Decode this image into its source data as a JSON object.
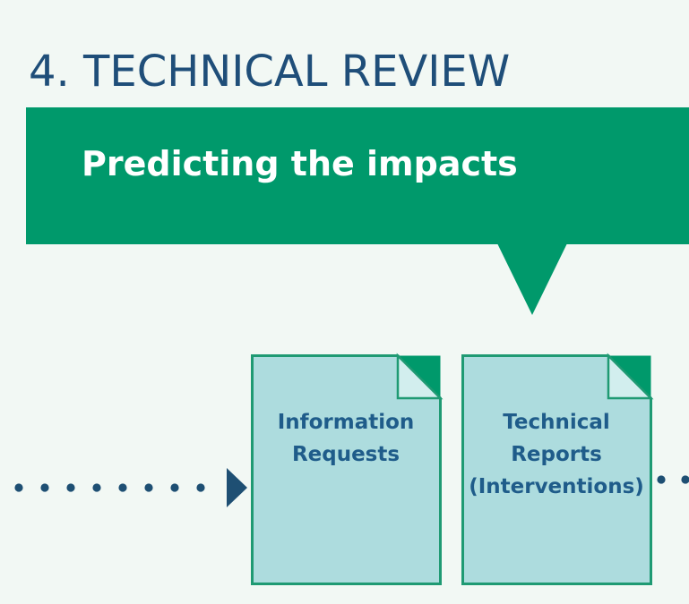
{
  "title": "4. TECHNICAL REVIEW",
  "banner": {
    "text": "Predicting the impacts",
    "color": "#00996b"
  },
  "documents": [
    {
      "lines": [
        "Information",
        "Requests"
      ]
    },
    {
      "lines": [
        "Technical",
        "Reports",
        "(Interventions)"
      ]
    }
  ],
  "colors": {
    "title": "#1f4e79",
    "background": "#f2f8f4",
    "doc_fill": "#addcde",
    "doc_border": "#1f9a73",
    "doc_text": "#1f5c8a",
    "connector": "#1e4f73"
  }
}
